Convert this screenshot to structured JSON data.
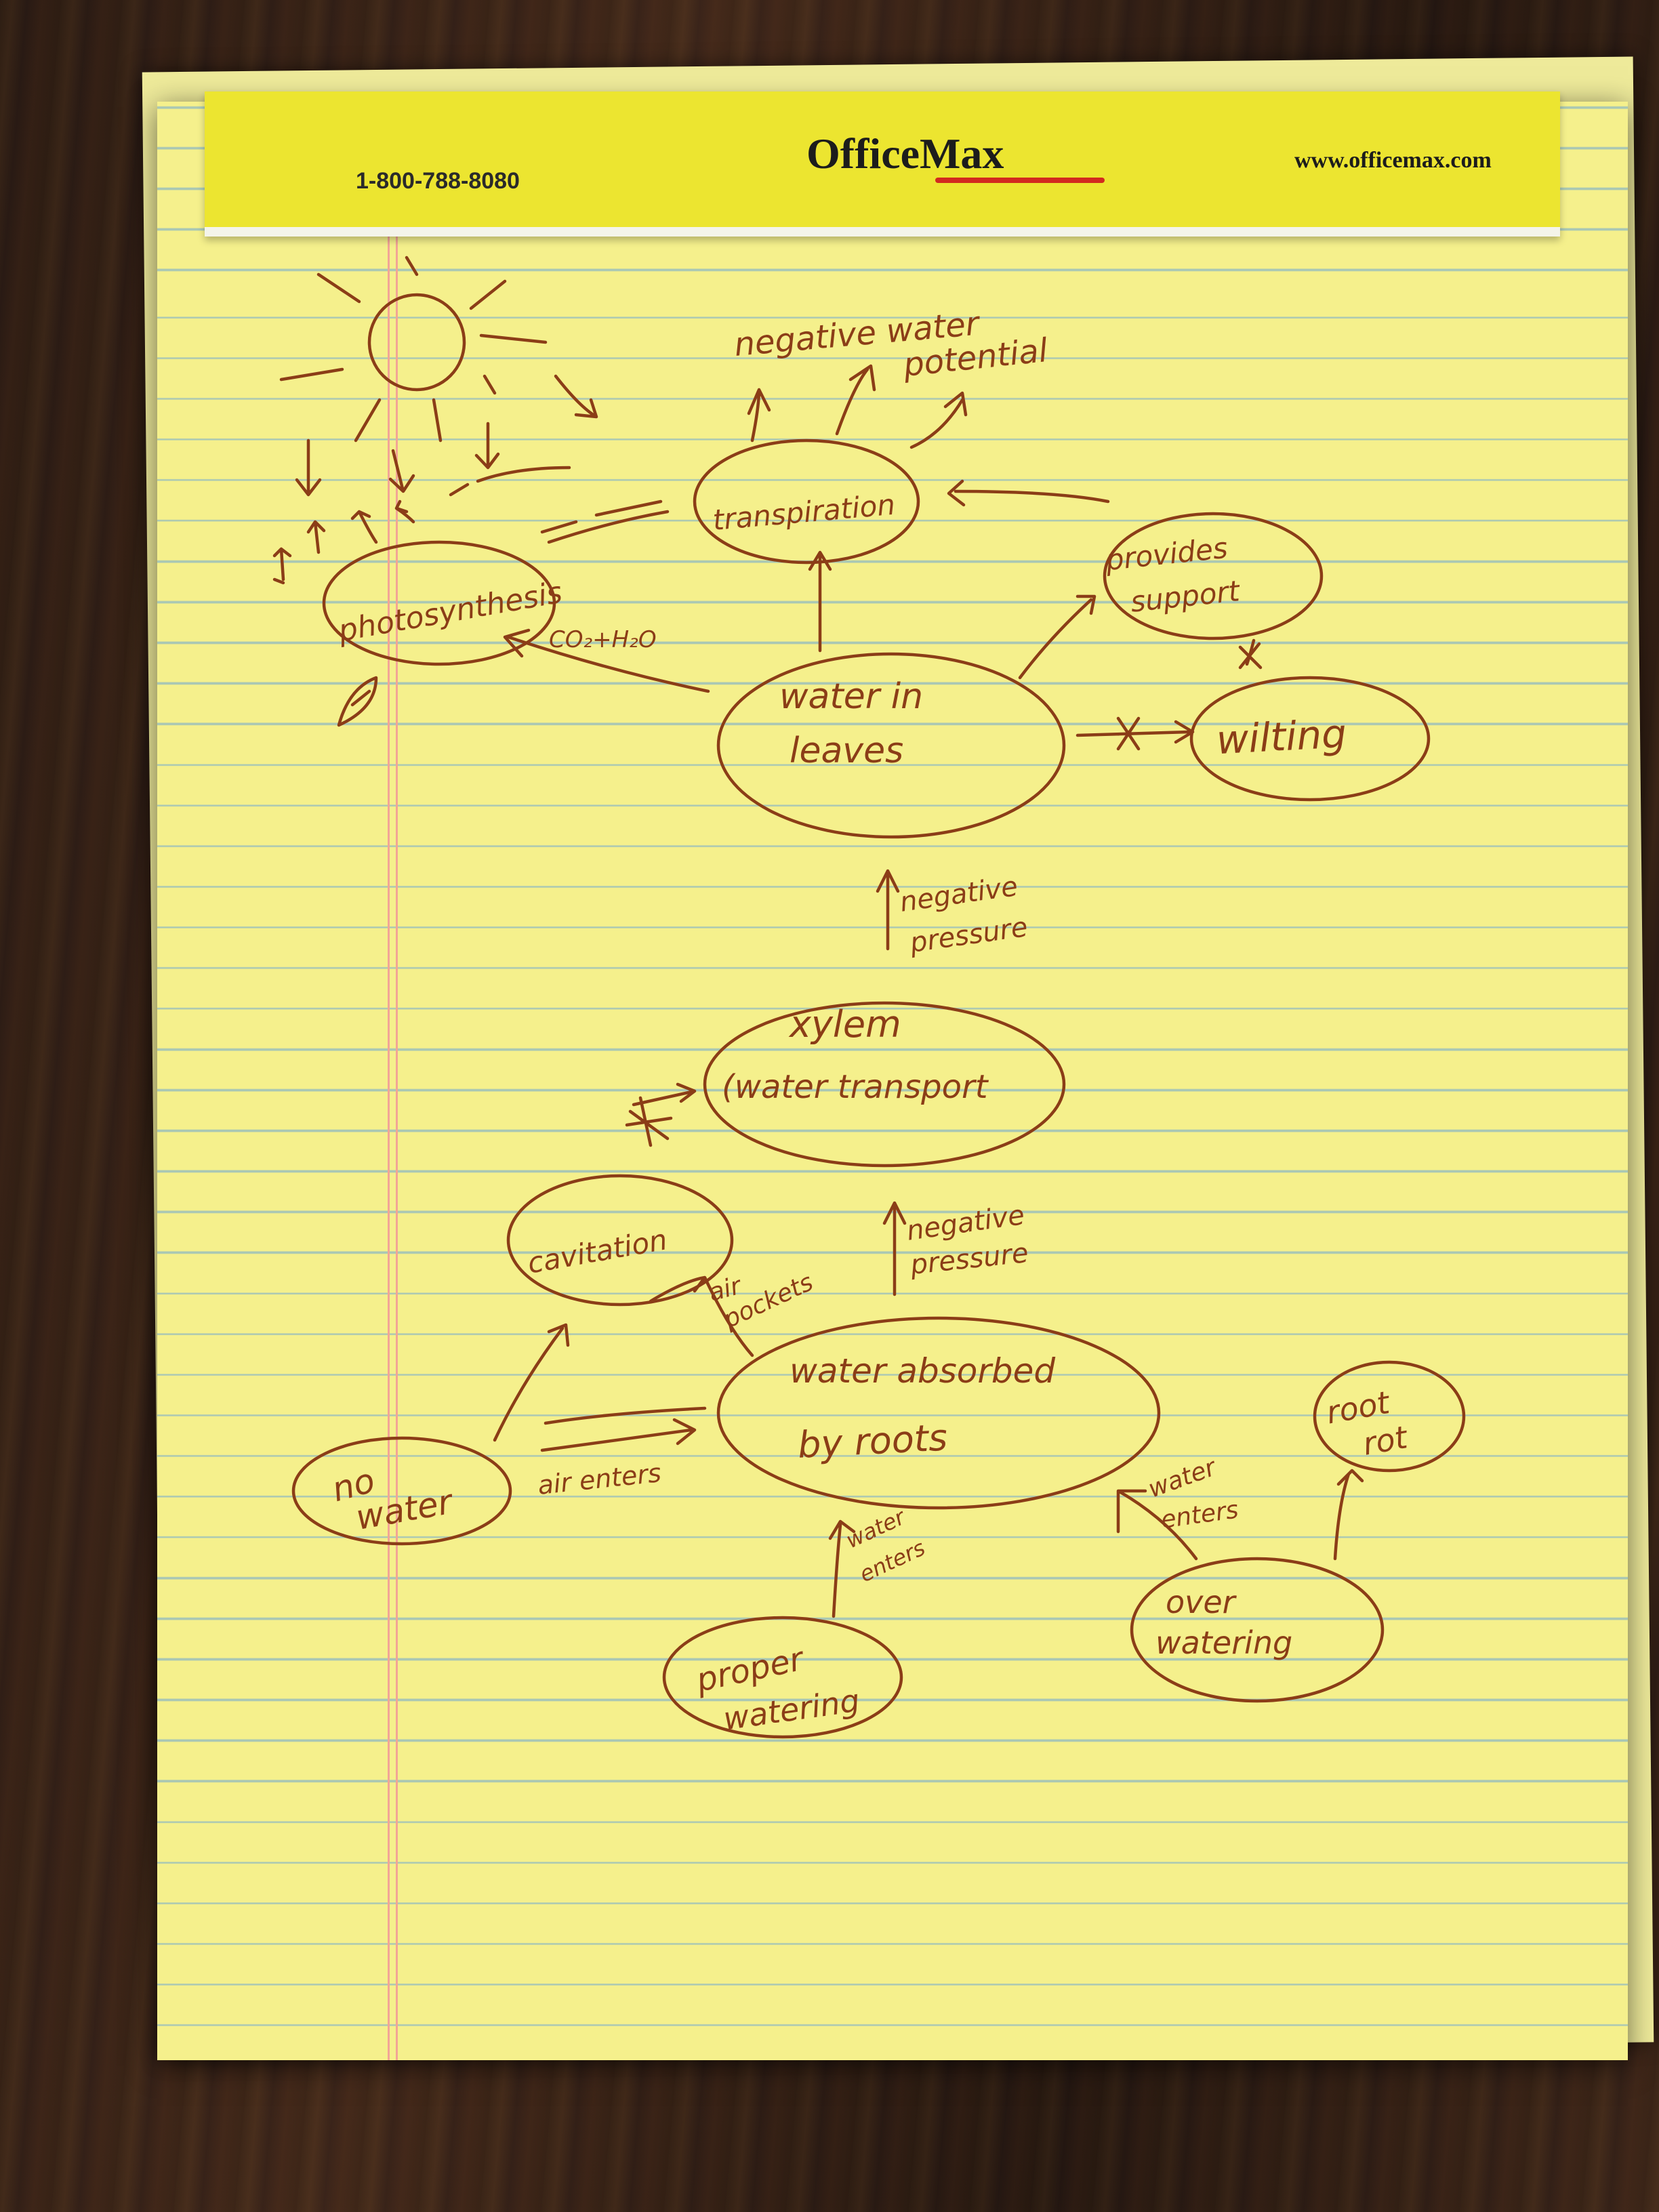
{
  "pad": {
    "brand": "OfficeMax",
    "phone": "1-800-788-8080",
    "website": "www.officemax.com"
  },
  "nodes": {
    "photosynthesis": "photosynthesis",
    "transpiration": "transpiration",
    "provides_support": [
      "provides",
      "support"
    ],
    "water_in_leaves": [
      "water in",
      "leaves"
    ],
    "wilting": "wilting",
    "xylem": [
      "xylem",
      "(water transport"
    ],
    "cavitation": "cavitation",
    "water_absorbed": [
      "water absorbed",
      "by roots"
    ],
    "no_water": [
      "no",
      "water"
    ],
    "root_rot": [
      "root",
      "rot"
    ],
    "proper_watering": [
      "proper",
      "watering"
    ],
    "over_watering": [
      "over",
      "watering"
    ]
  },
  "labels": {
    "negative_water_potential": [
      "negative water",
      "potential"
    ],
    "co2_h2o": "CO₂+H₂O",
    "negative_pressure_top": [
      "negative",
      "pressure"
    ],
    "negative_pressure_bottom": [
      "negative",
      "pressure"
    ],
    "air_pockets": [
      "air",
      "pockets"
    ],
    "air_enters": "air enters",
    "water_enters_proper": [
      "water",
      "enters"
    ],
    "water_enters_over": [
      "water",
      "enters"
    ]
  },
  "colors": {
    "ink": "#8b3d17",
    "paper": "#f5f08c",
    "header": "#ece530",
    "rule": "#a9c7b4",
    "margin": "#f2a596"
  }
}
